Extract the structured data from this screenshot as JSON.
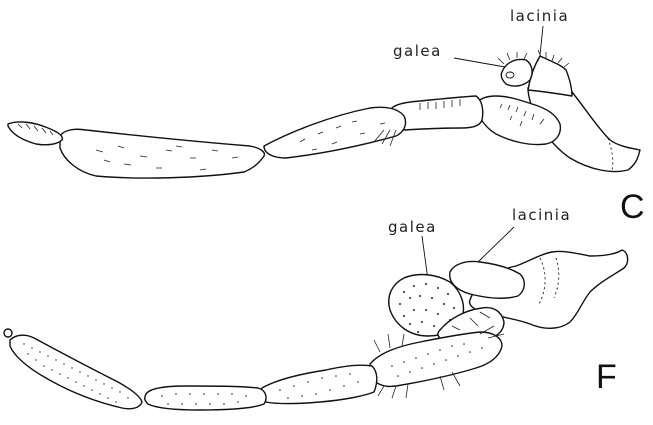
{
  "panel_c": {
    "letter": "C",
    "galea_label": "galea",
    "lacinia_label": "lacinia"
  },
  "panel_f": {
    "letter": "F",
    "galea_label": "galea",
    "lacinia_label": "lacinia"
  }
}
